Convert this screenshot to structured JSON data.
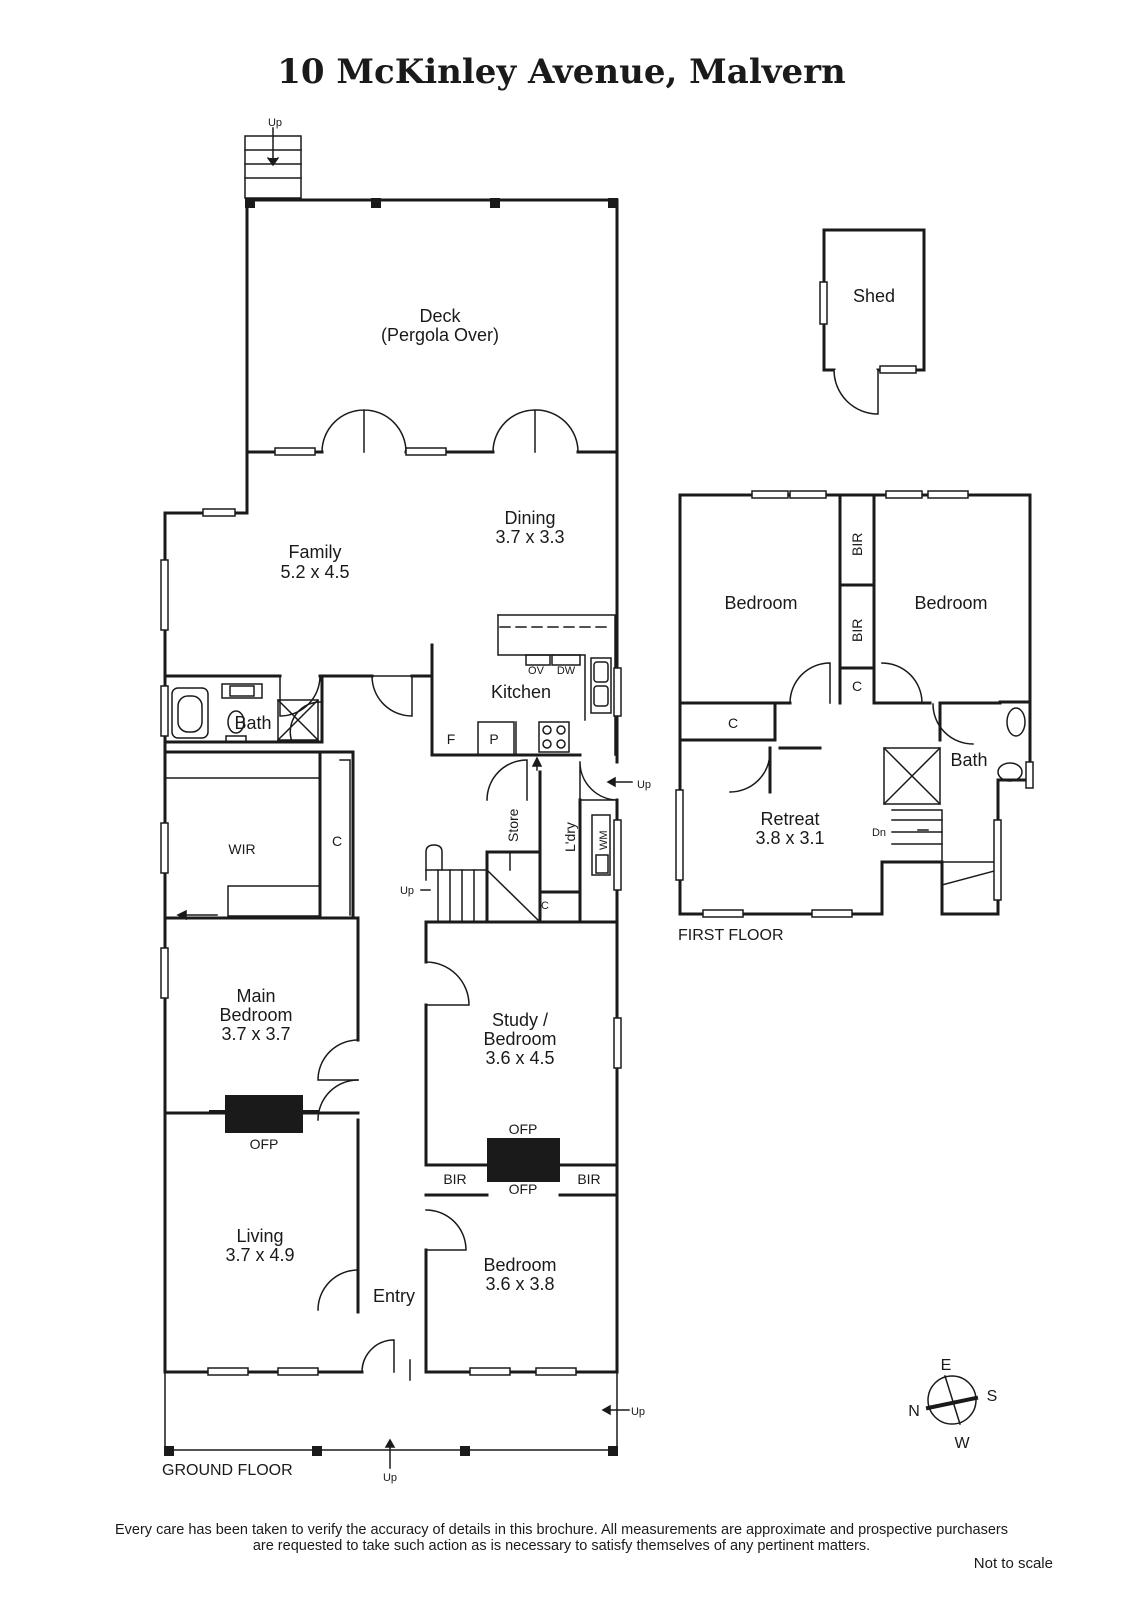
{
  "title": "10 McKinley Avenue, Malvern",
  "floors": {
    "ground": "GROUND FLOOR",
    "first": "FIRST FLOOR"
  },
  "rooms": {
    "deck": {
      "name": "Deck",
      "note": "(Pergola Over)"
    },
    "family": {
      "name": "Family",
      "dims": "5.2 x 4.5"
    },
    "dining": {
      "name": "Dining",
      "dims": "3.7 x 3.3"
    },
    "kitchen": {
      "name": "Kitchen"
    },
    "bath_ground": {
      "name": "Bath"
    },
    "wir": {
      "name": "WIR"
    },
    "main_bedroom": {
      "name_line1": "Main",
      "name_line2": "Bedroom",
      "dims": "3.7 x 3.7"
    },
    "living": {
      "name": "Living",
      "dims": "3.7 x 4.9"
    },
    "entry": {
      "name": "Entry"
    },
    "study": {
      "name_line1": "Study /",
      "name_line2": "Bedroom",
      "dims": "3.6 x 4.5"
    },
    "bedroom_ground": {
      "name": "Bedroom",
      "dims": "3.6 x 3.8"
    },
    "store": {
      "name": "Store"
    },
    "laundry": {
      "name": "L'dry"
    },
    "shed": {
      "name": "Shed"
    },
    "bedroom_fl_left": {
      "name": "Bedroom"
    },
    "bedroom_fl_right": {
      "name": "Bedroom"
    },
    "retreat": {
      "name": "Retreat",
      "dims": "3.8 x 3.1"
    },
    "bath_first": {
      "name": "Bath"
    }
  },
  "labels": {
    "up": "Up",
    "dn": "Dn",
    "c": "C",
    "bir": "BIR",
    "ofp": "OFP",
    "wm": "WM",
    "ov": "OV",
    "dw": "DW",
    "f": "F",
    "p": "P"
  },
  "compass": {
    "n": "N",
    "e": "E",
    "s": "S",
    "w": "W"
  },
  "disclaimer": {
    "line1": "Every care has been taken to verify the accuracy of details in this brochure.  All measurements are approximate and prospective purchasers",
    "line2": "are requested to take such action as is necessary to satisfy themselves of any pertinent matters."
  },
  "not_to_scale": "Not to scale",
  "colors": {
    "wall": "#1a1a1a",
    "background": "#ffffff"
  }
}
